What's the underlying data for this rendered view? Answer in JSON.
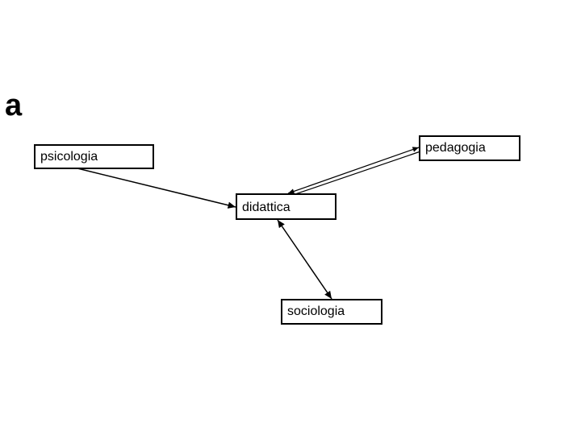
{
  "slide": {
    "letter": "a"
  },
  "nodes": {
    "psicologia": "psicologia",
    "pedagogia": "pedagogia",
    "didattica": "didattica",
    "sociologia": "sociologia"
  },
  "edges": [
    {
      "from": "psicologia",
      "to": "didattica",
      "style": "single",
      "arrow": "end"
    },
    {
      "from": "pedagogia",
      "to": "didattica",
      "style": "double",
      "arrow": "both"
    },
    {
      "from": "didattica",
      "to": "sociologia",
      "style": "single",
      "arrow": "both"
    }
  ]
}
